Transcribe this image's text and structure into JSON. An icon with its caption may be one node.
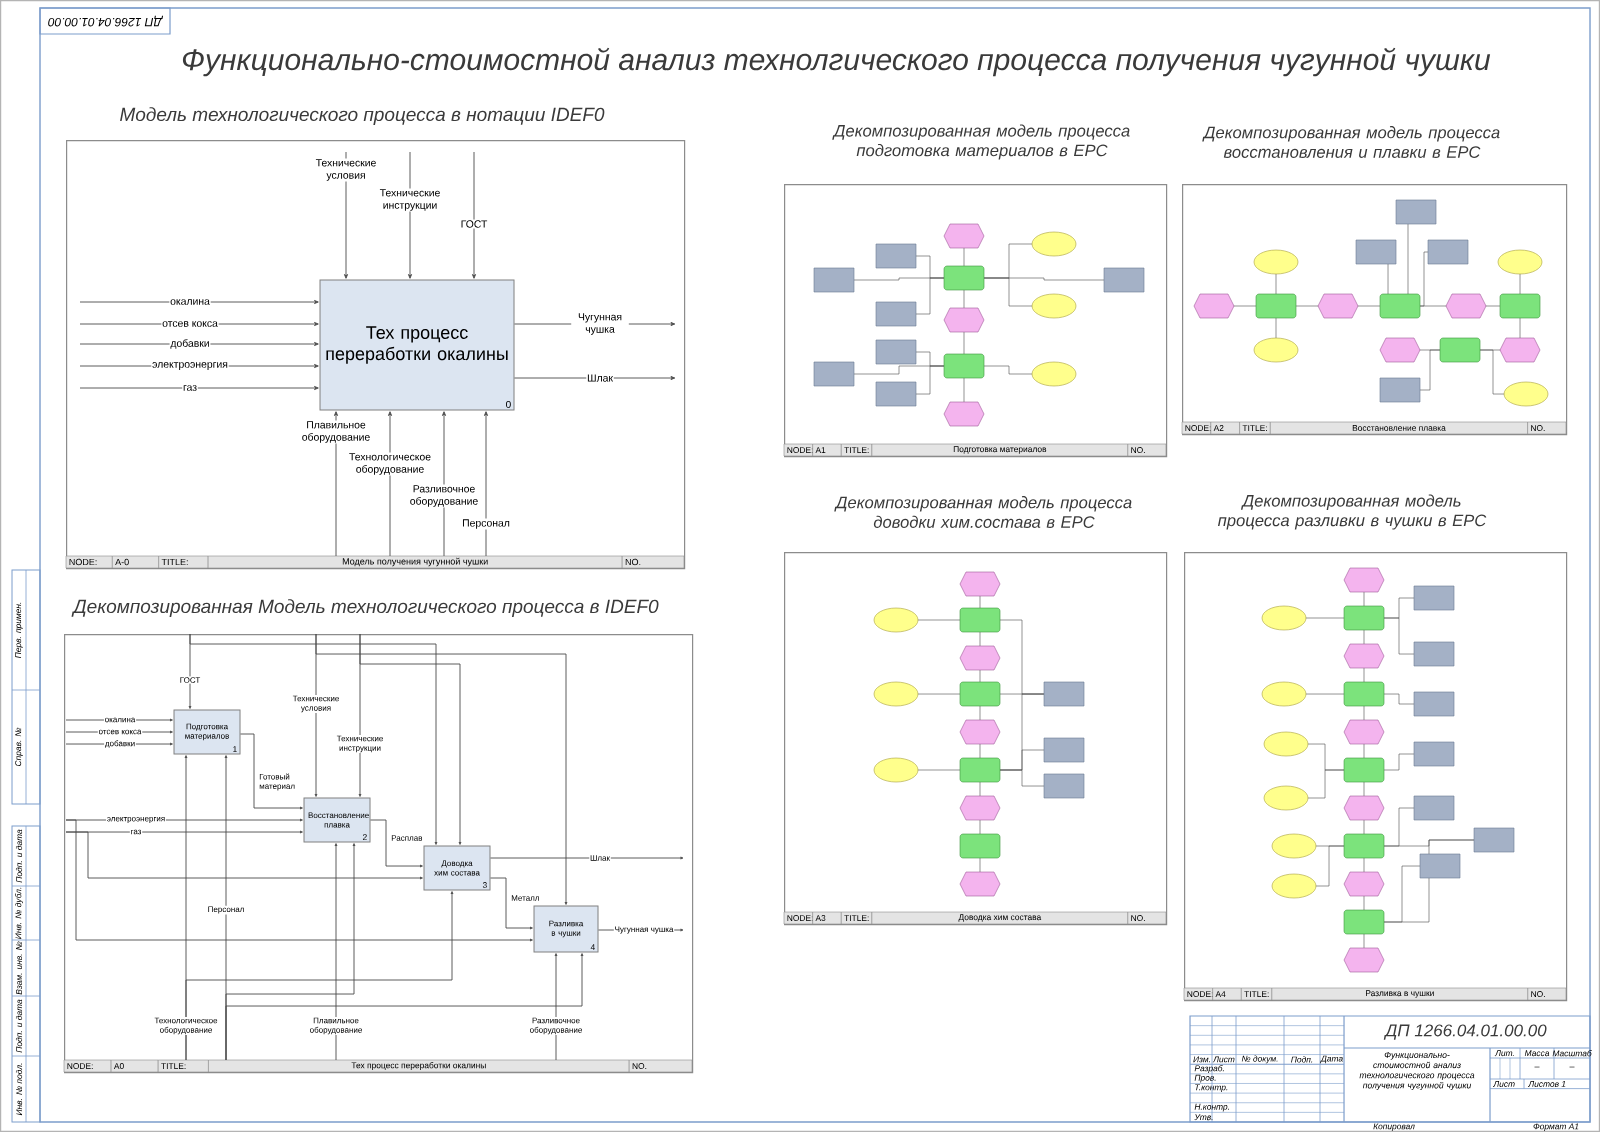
{
  "diagram": {
    "title": "Функционально-стоимостной анализ технолгического процесса получения чугунной чушки",
    "nodes": [
      {
        "text": [
          "NODE:",
          "A-0",
          "TITLE:",
          "Модель получения чугунной чушки",
          "NO."
        ]
      },
      {
        "text": [
          "Тех процесс переработки окалины",
          "0"
        ],
        "in": 0
      },
      {
        "text": [
          "NODE:",
          "A0",
          "TITLE:",
          "Тех процесс переработки окалины",
          "NO."
        ]
      },
      {
        "text": [
          "Подготовка материалов",
          "1"
        ],
        "in": 2
      },
      {
        "text": [
          "Восстановление плавка",
          "2"
        ],
        "in": 2
      },
      {
        "text": [
          "Доводка хим состава",
          "3"
        ],
        "in": 2
      },
      {
        "text": [
          "Разливка в чушки",
          "4"
        ],
        "in": 2
      },
      {
        "text": [
          "NODE:",
          "A1",
          "TITLE:",
          "Подготовка материалов",
          "NO."
        ]
      },
      {
        "text": [
          "NODE:",
          "A2",
          "TITLE:",
          "Восстановление плавка",
          "NO."
        ]
      },
      {
        "text": [
          "NODE:",
          "A3",
          "TITLE:",
          "Доводка хим состава",
          "NO."
        ]
      },
      {
        "text": [
          "NODE:",
          "A4",
          "TITLE:",
          "Разливка в чушки",
          "NO."
        ]
      }
    ],
    "edges": [
      {
        "from": null,
        "to": 1,
        "arrow": "to",
        "label": "окалина"
      },
      {
        "from": null,
        "to": 1,
        "arrow": "to",
        "label": "отсев кокса"
      },
      {
        "from": null,
        "to": 1,
        "arrow": "to",
        "label": "добавки"
      },
      {
        "from": null,
        "to": 1,
        "arrow": "to",
        "label": "электроэнергия"
      },
      {
        "from": null,
        "to": 1,
        "arrow": "to",
        "label": "газ"
      },
      {
        "from": null,
        "to": 1,
        "arrow": "to",
        "label": "Технические условия"
      },
      {
        "from": null,
        "to": 1,
        "arrow": "to",
        "label": "Технические инструкции"
      },
      {
        "from": null,
        "to": 1,
        "arrow": "to",
        "label": "ГОСТ"
      },
      {
        "from": 1,
        "to": null,
        "arrow": "to",
        "label": "Чугунная чушка"
      },
      {
        "from": 1,
        "to": null,
        "arrow": "to",
        "label": "Шлак"
      },
      {
        "from": null,
        "to": 1,
        "arrow": "to",
        "label": "Плавильное оборудование"
      },
      {
        "from": null,
        "to": 1,
        "arrow": "to",
        "label": "Технологическое оборудование"
      },
      {
        "from": null,
        "to": 1,
        "arrow": "to",
        "label": "Разливочное оборудование"
      },
      {
        "from": null,
        "to": 1,
        "arrow": "to",
        "label": "Персонал"
      },
      {
        "from": null,
        "to": 3,
        "arrow": "to",
        "label": "окалина"
      },
      {
        "from": null,
        "to": 3,
        "arrow": "to",
        "label": "отсев кокса"
      },
      {
        "from": null,
        "to": 3,
        "arrow": "to",
        "label": "добавки"
      },
      {
        "from": null,
        "to": 4,
        "arrow": "to",
        "label": "электроэнергия"
      },
      {
        "from": null,
        "to": 4,
        "arrow": "to",
        "label": "газ"
      },
      {
        "from": null,
        "to": 5,
        "arrow": "to"
      },
      {
        "from": null,
        "to": 6,
        "arrow": "to"
      },
      {
        "from": null,
        "to": 3,
        "arrow": "to",
        "label": "ГОСТ"
      },
      {
        "from": null,
        "to": 5,
        "arrow": "to"
      },
      {
        "from": null,
        "to": 4,
        "arrow": "to",
        "label": "Технические условия"
      },
      {
        "from": null,
        "to": 6,
        "arrow": "to"
      },
      {
        "from": null,
        "to": 4,
        "arrow": "to",
        "label": "Технические инструкции"
      },
      {
        "from": null,
        "to": 5,
        "arrow": "to"
      },
      {
        "from": 3,
        "to": 4,
        "arrow": "to",
        "label": "Готовый материал"
      },
      {
        "from": 4,
        "to": 5,
        "arrow": "to",
        "label": "Расплав"
      },
      {
        "from": 5,
        "to": 6,
        "arrow": "to",
        "label": "Металл"
      },
      {
        "from": 5,
        "to": null,
        "arrow": "to",
        "label": "Шлак"
      },
      {
        "from": 6,
        "to": null,
        "arrow": "to",
        "label": "Чугунная чушка"
      },
      {
        "from": null,
        "to": 3,
        "arrow": "to",
        "label": "Технологическое оборудование"
      },
      {
        "from": null,
        "to": 5,
        "arrow": "to"
      },
      {
        "from": null,
        "to": 3,
        "arrow": "to",
        "label": "Персонал"
      },
      {
        "from": null,
        "to": 4,
        "arrow": "to"
      },
      {
        "from": null,
        "to": 6,
        "arrow": "to"
      },
      {
        "from": null,
        "to": 4,
        "arrow": "to",
        "label": "Плавильное оборудование"
      },
      {
        "from": null,
        "to": 6,
        "arrow": "to",
        "label": "Разливочное оборудование"
      }
    ],
    "labels": [
      "ДП 1266.04.01.00.00",
      "Модель технологического процесса в нотации IDEF0",
      "Декомпозированная модель процесса подготовка материалов в EPC",
      "Декомпозированная модель процесса восстановления и плавки в EPC",
      "Декомпозированная модель процесса доводки хим.состава в EPC",
      "Декомпозированная модель процесса разливки в чушки в EPC",
      "Декомпозированная Модель технологического процесса в IDEF0",
      "Перв. примен.",
      "Справ. №",
      "Подп. и дата",
      "Инв. № дубл.",
      "Взам. инв. №",
      "Подп. и дата",
      "Инв. № подл.",
      "ДП 1266.04.01.00.00",
      "Изм.",
      "Лист",
      "№ докум.",
      "Подп.",
      "Дата",
      "Разраб.",
      "Пров.",
      "Т.контр.",
      "Н.контр.",
      "Утв.",
      "Функционально-стоимостной анализ технологического процесса получения чугунной чушки",
      "Лит.",
      "Масса",
      "Масштаб",
      "–",
      "–",
      "Лист",
      "Листов 1",
      "Копировал",
      "Формат A1"
    ]
  }
}
